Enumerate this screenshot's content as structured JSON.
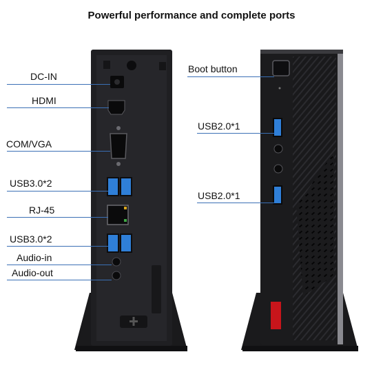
{
  "title": "Powerful performance and complete ports",
  "rear_labels": {
    "dc_in": "DC-IN",
    "hdmi": "HDMI",
    "com_vga": "COM/VGA",
    "usb30_top": "USB3.0*2",
    "rj45": "RJ-45",
    "usb30_bottom": "USB3.0*2",
    "audio_in": "Audio-in",
    "audio_out": "Audio-out"
  },
  "front_labels": {
    "boot_button": "Boot button",
    "usb20_top": "USB2.0*1",
    "usb20_bottom": "USB2.0*1"
  },
  "colors": {
    "leader_line": "#3a6fb5",
    "usb_blue": "#2f7fd8",
    "accent_red": "#c8151b",
    "case_dark": "#1c1c1e"
  }
}
